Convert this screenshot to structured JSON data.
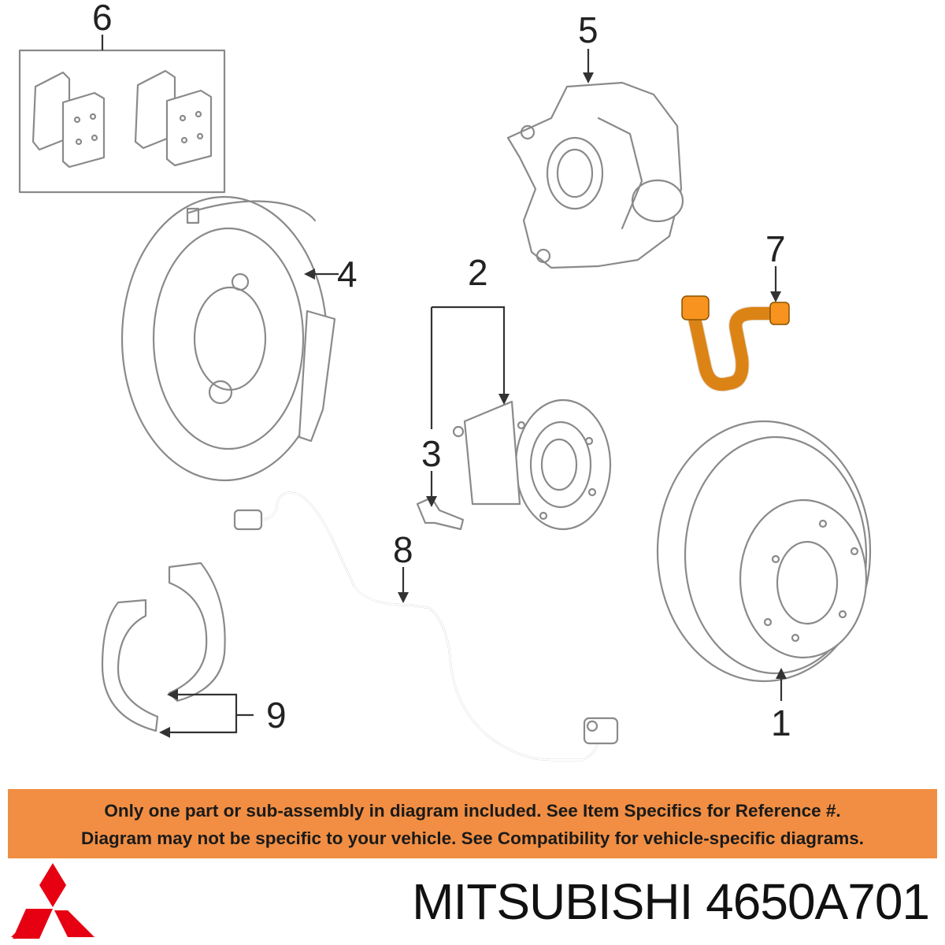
{
  "callouts": {
    "c1": "1",
    "c2": "2",
    "c3": "3",
    "c4": "4",
    "c5": "5",
    "c6": "6",
    "c7": "7",
    "c8": "8",
    "c9": "9"
  },
  "highlight_color": "#f7931e",
  "notice": {
    "line1": "Only one part or sub-assembly in diagram included. See Item Specifics for Reference #.",
    "line2": "Diagram may not be specific to your vehicle. See Compatibility for vehicle-specific diagrams.",
    "background": "#f18e43"
  },
  "footer": {
    "brand": "MITSUBISHI",
    "part_number": "4650A701",
    "logo_color": "#e60012",
    "logo_icon": "three-diamond-logo"
  }
}
